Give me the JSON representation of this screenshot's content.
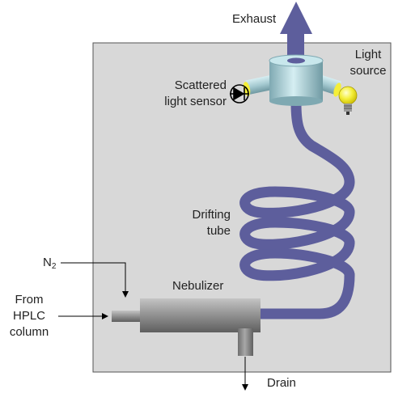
{
  "labels": {
    "exhaust": "Exhaust",
    "light_source": [
      "Light",
      "source"
    ],
    "scattered_light_sensor": [
      "Scattered",
      "light sensor"
    ],
    "drifting_tube": [
      "Drifting",
      "tube"
    ],
    "nitrogen": {
      "base": "N",
      "subscript": "2"
    },
    "nebulizer": "Nebulizer",
    "from_hplc": [
      "From",
      "HPLC",
      "column"
    ],
    "drain": "Drain"
  },
  "colors": {
    "housing_fill": "#d8d8d8",
    "housing_stroke": "#555555",
    "tube": "#5d5e9c",
    "chamber": "#a9cfd6",
    "nebulizer": "#8c8c8c",
    "lamp": "#f4ef3a",
    "arrow": "#000000"
  }
}
